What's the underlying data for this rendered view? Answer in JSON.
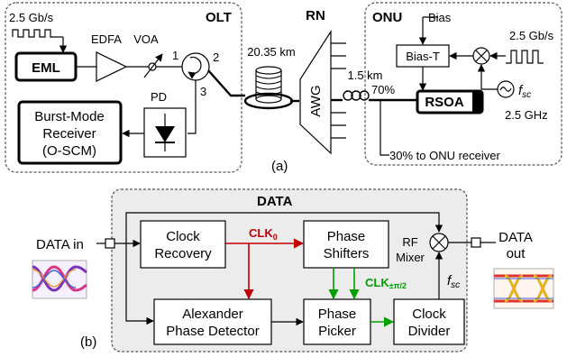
{
  "top": {
    "bitrate_left": "2.5 Gb/s",
    "eml": "EML",
    "edfa": "EDFA",
    "voa": "VOA",
    "olt": "OLT",
    "port1": "1",
    "port2": "2",
    "port3": "3",
    "pd": "PD",
    "bmr_line1": "Burst-Mode",
    "bmr_line2": "Receiver",
    "bmr_line3": "(O-SCM)",
    "fiber_len": "20.35 km",
    "rn": "RN",
    "awg": "AWG",
    "drop_len": "1.5 km",
    "onu": "ONU",
    "bias": "Bias",
    "bias_t": "Bias-T",
    "bitrate_right": "2.5 Gb/s",
    "split70": "70%",
    "rsoa": "RSOA",
    "fsc": "f",
    "fsc_sub": "sc",
    "freq": "2.5 GHz",
    "split30": "30% to ONU receiver",
    "caption": "(a)"
  },
  "bottom": {
    "data_title": "DATA",
    "data_in": "DATA in",
    "clock_recovery_1": "Clock",
    "clock_recovery_2": "Recovery",
    "clk0": "CLK",
    "clk0_sub": "0",
    "phase_shifters_1": "Phase",
    "phase_shifters_2": "Shifters",
    "clkpi_main": "CLK",
    "clkpi_sub": "±π/2",
    "rf_mixer_1": "RF",
    "rf_mixer_2": "Mixer",
    "data_out_1": "DATA",
    "data_out_2": "out",
    "fsc": "f",
    "fsc_sub": "sc",
    "apd_1": "Alexander",
    "apd_2": "Phase Detector",
    "picker_1": "Phase",
    "picker_2": "Picker",
    "divider_1": "Clock",
    "divider_2": "Divider",
    "caption": "(b)"
  },
  "colors": {
    "clk0": "#c00000",
    "clkpi": "#009e00"
  }
}
